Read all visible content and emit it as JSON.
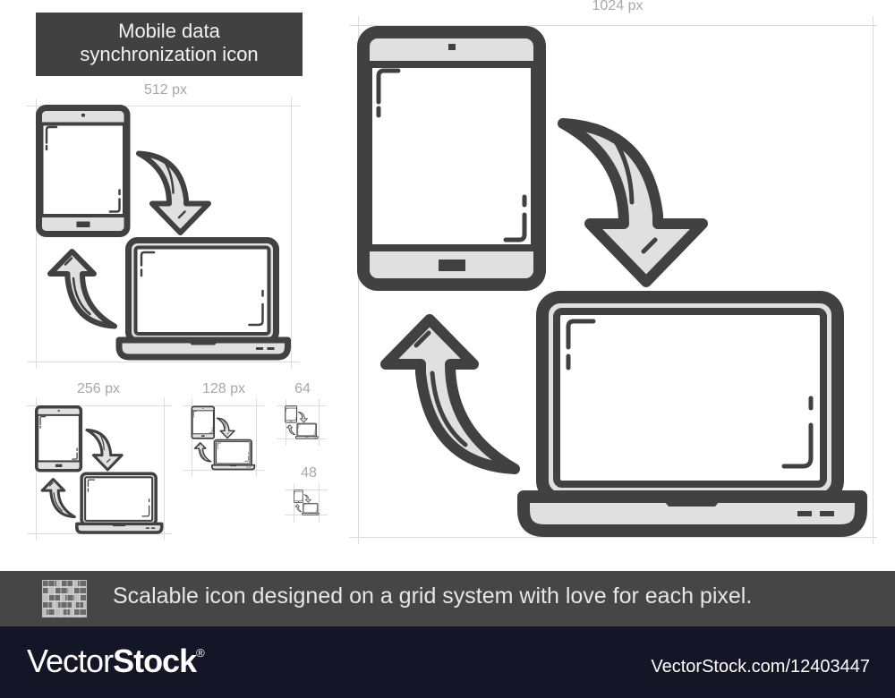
{
  "title": {
    "line1": "Mobile data",
    "line2": "synchronization icon"
  },
  "sizes": {
    "s1024": "1024 px",
    "s512": "512 px",
    "s256": "256 px",
    "s128": "128 px",
    "s64": "64",
    "s48": "48"
  },
  "icon": {
    "name": "mobile-data-synchronization",
    "elements": [
      "tablet",
      "laptop",
      "arrow-down-curved",
      "arrow-up-curved"
    ],
    "stroke_color": "#414141",
    "fill_color": "#e0e0e0",
    "background": "#ffffff"
  },
  "banner": {
    "icon": "grid-icon",
    "text": "Scalable icon designed on a grid system with love for each pixel."
  },
  "footer": {
    "brand_light": "Vector",
    "brand_bold": "Stock",
    "registered": "®",
    "image_id": "VectorStock.com/12403447"
  },
  "colors": {
    "dark_gray": "#414141",
    "light_gray": "#e0e0e0",
    "banner_bg": "#464646",
    "footer_bg": "#141526",
    "guide": "#dcdcdc"
  }
}
